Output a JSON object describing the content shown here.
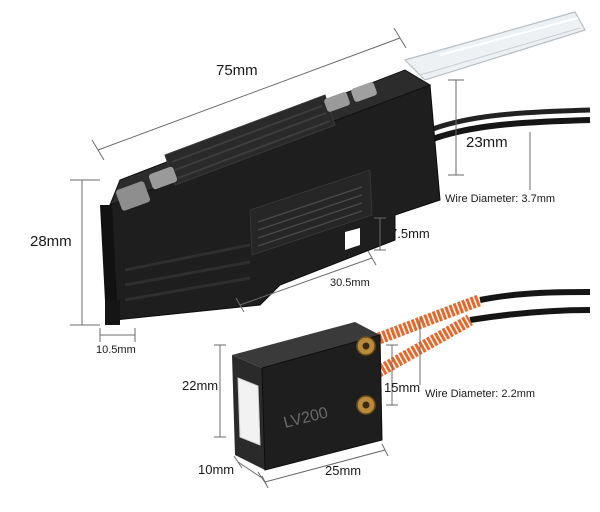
{
  "dimensions": {
    "amplifier_length": "75mm",
    "amplifier_height": "28mm",
    "amplifier_foot": "10.5mm",
    "amplifier_base": "30.5mm",
    "amplifier_clip": "7.5mm",
    "amplifier_cable_gap": "23mm",
    "amplifier_wire": "Wire Diameter:  3.7mm",
    "sensor_height": "22mm",
    "sensor_depth": "10mm",
    "sensor_width": "25mm",
    "sensor_hole_spacing": "15mm",
    "sensor_wire": "Wire Diameter: 2.2mm"
  },
  "sensor": {
    "model": "LV200"
  },
  "colors": {
    "housing": "#1c1c1c",
    "cable_sleeve": "#e8672a",
    "brass": "#b98a3c",
    "dimension_line": "#6b6b6b"
  }
}
